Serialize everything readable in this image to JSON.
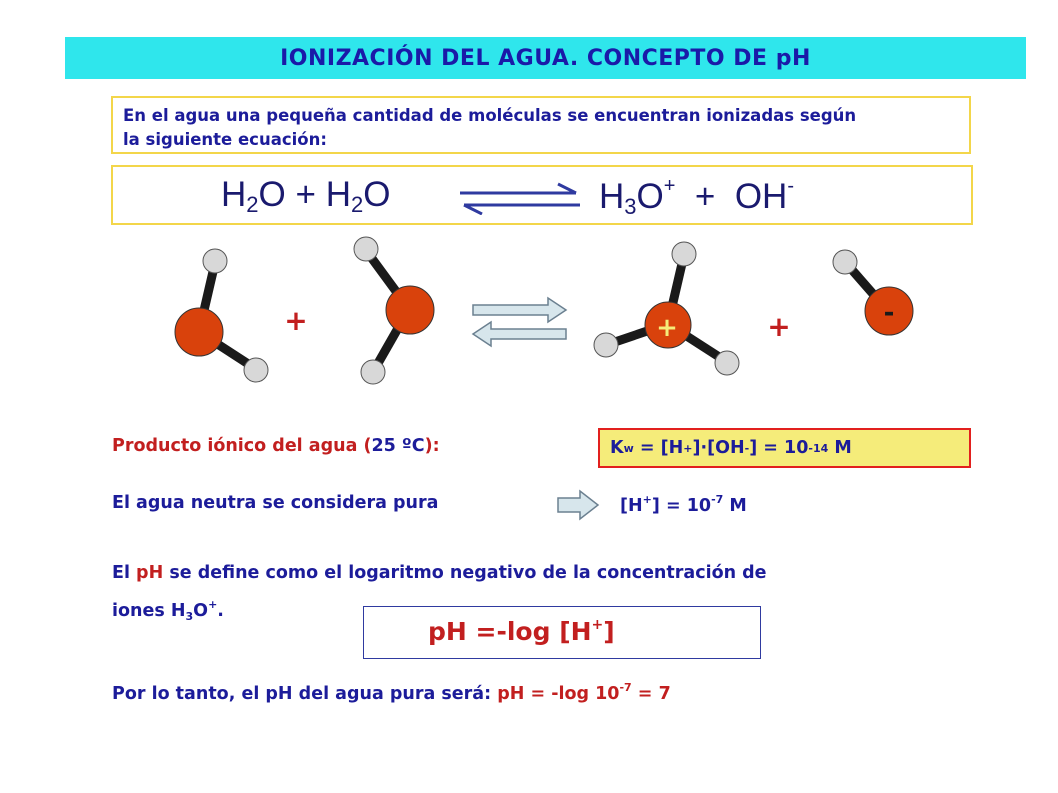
{
  "title": "IONIZACIÓN DEL AGUA. CONCEPTO DE pH",
  "intro": {
    "line1": "En el agua una pequeña cantidad de moléculas se encuentran ionizadas según",
    "line2": "la siguiente ecuación:"
  },
  "equation": {
    "reactant1": "H",
    "r1_sub": "2",
    "r1_tail": "O",
    "plus1": "+",
    "reactant2": "H",
    "r2_sub": "2",
    "r2_tail": "O",
    "product1": "H",
    "p1_sub": "3",
    "p1_tail": "O",
    "p1_sup": "+",
    "plus2": "+",
    "product2": "OH",
    "p2_sup": "-"
  },
  "molecules": {
    "plus_signs": [
      "+",
      "+"
    ],
    "hydronium_charge": "+",
    "hydroxide_charge": "-",
    "colors": {
      "oxygen": "#d9420c",
      "hydrogen": "#d8d8d8",
      "bond": "#1a1a1a"
    }
  },
  "ionic_product": {
    "label_a": "Producto iónico del agua (",
    "label_temp": "25 ºC",
    "label_b": "):",
    "kw_k": "K",
    "kw_sub": "w",
    "kw_eq1": " = [H",
    "kw_sup1": "+",
    "kw_eq2": "]·[OH",
    "kw_sup2": "-",
    "kw_eq3": "] = 10",
    "kw_exp": "-14",
    "kw_unit": " M"
  },
  "neutral": {
    "text": "El agua neutra se considera pura",
    "v1": "[H",
    "v_sup": "+",
    "v2": "] = 10",
    "v_exp": "-7",
    "v_unit": " M"
  },
  "ph_definition": {
    "a": "El ",
    "ph": "pH",
    "b": " se define como el logaritmo negativo de la concentración de",
    "c": "iones H",
    "c_sub": "3",
    "c_tail": "O",
    "c_sup": "+",
    "c_end": "."
  },
  "ph_formula": {
    "a": "pH =-log [H",
    "sup": "+",
    "b": "]"
  },
  "conclusion": {
    "a": "Por lo tanto, el pH del agua pura será: ",
    "b": "pH = -log 10",
    "exp": "-7",
    "c": " = 7"
  },
  "accent_colors": {
    "title_bg": "#2fe6ec",
    "box_border": "#f3d64a",
    "kw_bg": "#f5ec7a",
    "red_text": "#c21f1f",
    "blue_text": "#1c1c9a"
  }
}
